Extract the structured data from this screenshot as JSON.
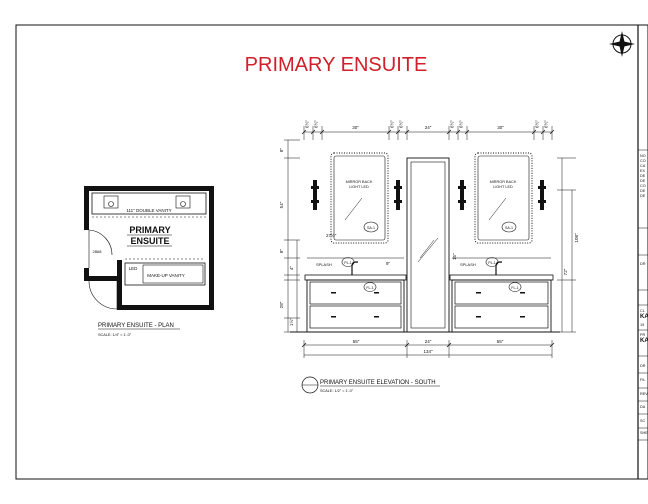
{
  "sheet": {
    "title": "PRIMARY ENSUITE",
    "title_color": "#d0202a"
  },
  "plan": {
    "room_label_1": "PRIMARY",
    "room_label_2": "ENSUITE",
    "double_vanity_label": "111\" DOUBLE VANITY",
    "makeup_vanity_label": "MAKE-UP VANITY",
    "led_label": "LED",
    "door_tag": "2868",
    "caption": "PRIMARY ENSUITE - PLAN",
    "scale": "SCALE: 1/4\" = 1'-0\""
  },
  "elevation": {
    "mirror_label_1": "MIRROR BACK",
    "mirror_label_2": "LIGHT LED",
    "tag_sa": "SA-1",
    "tag_fl": "FL-1",
    "tag_pl": "PL-1",
    "splash": "SPLASH",
    "top_dims": [
      "6½\"",
      "6½\"",
      "30\"",
      "6½\"",
      "6½\"",
      "24\"",
      "6½\"",
      "6½\"",
      "30\"",
      "6½\"",
      "6½\""
    ],
    "bottom_dims": [
      "55\"",
      "24\"",
      "55\""
    ],
    "overall_width": "134\"",
    "left_dims": [
      "8\"",
      "54\"",
      "8\"",
      "4\"",
      "28\"",
      "1½\""
    ],
    "right_dims": [
      "108\"",
      "72\""
    ],
    "misc_dims": [
      "27½\"",
      "15\"",
      "9\""
    ],
    "caption": "PRIMARY ENSUITE ELEVATION - SOUTH",
    "scale": "SCALE: 1/2\" = 1'-0\""
  },
  "titleblock": {
    "rows": [
      "NO",
      "CO",
      "CA",
      "EX",
      "DE",
      "DE",
      "CO",
      "DE",
      "DE",
      "DR",
      "CL",
      "KA",
      "19",
      "PR",
      "KA",
      "DR",
      "FIL",
      "REV",
      "DA",
      "SC",
      "SHE"
    ]
  }
}
